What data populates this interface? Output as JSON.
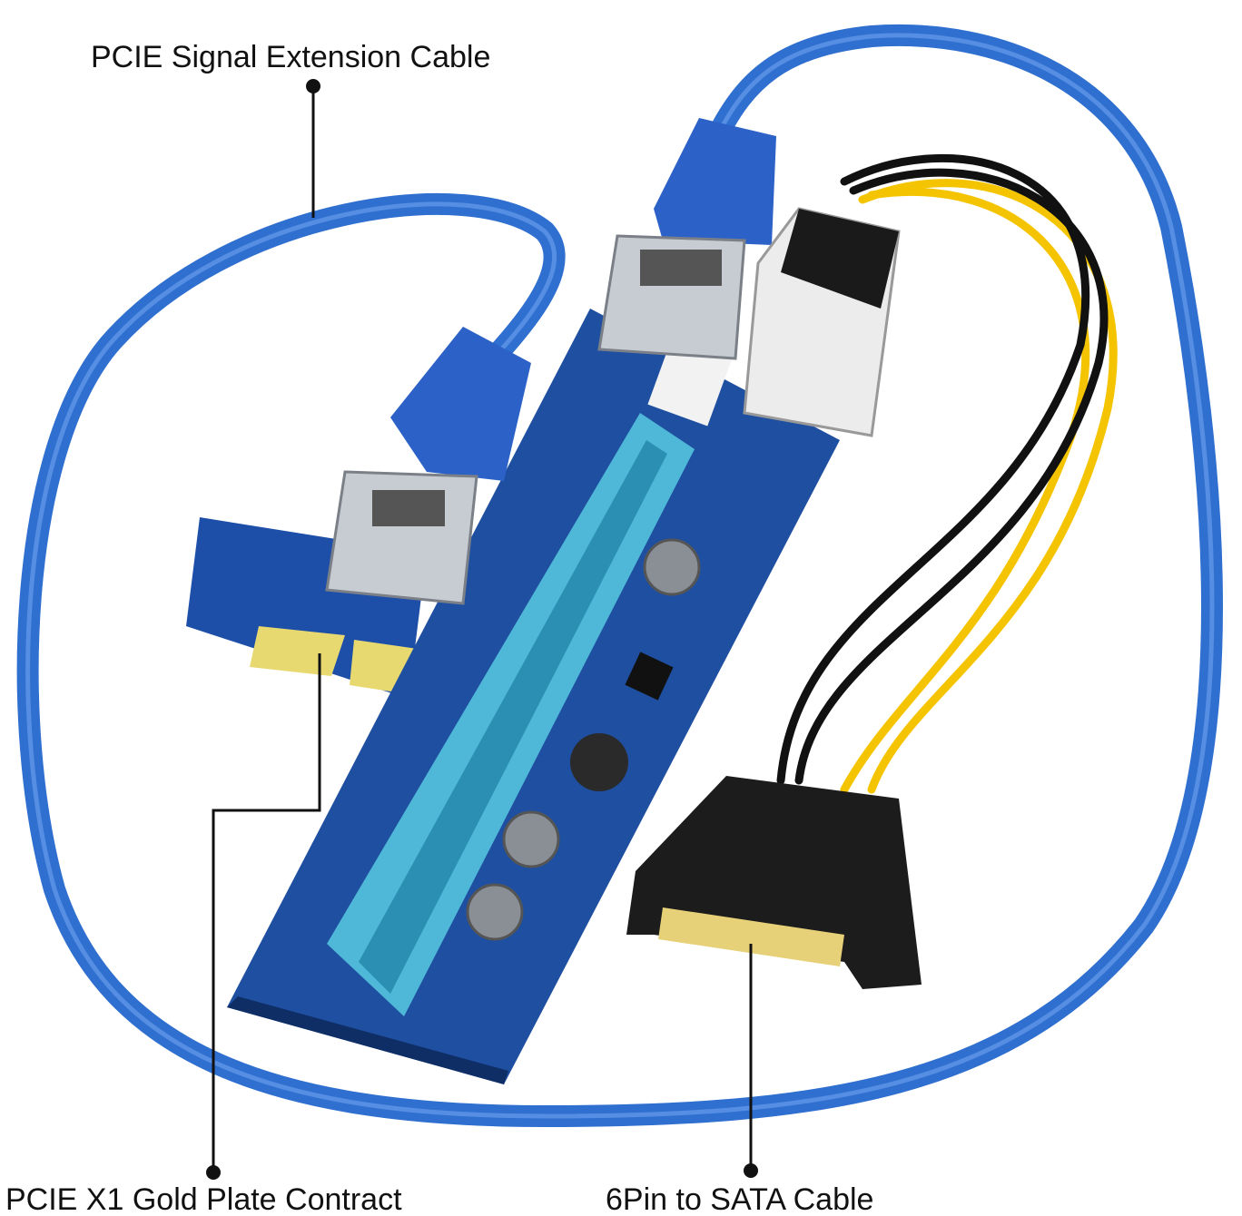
{
  "labels": {
    "cable": "PCIE Signal Extension Cable",
    "gold_contact": "PCIE X1 Gold Plate Contract",
    "sata": "6Pin to SATA Cable"
  },
  "colors": {
    "cable_blue": "#2f6fd0",
    "board_blue": "#1f4fa0",
    "slot_cyan": "#4fb8d8",
    "gold": "#e8d870",
    "wire_yellow": "#f5c400",
    "wire_black": "#111111",
    "connector_white": "#eeeeee"
  }
}
